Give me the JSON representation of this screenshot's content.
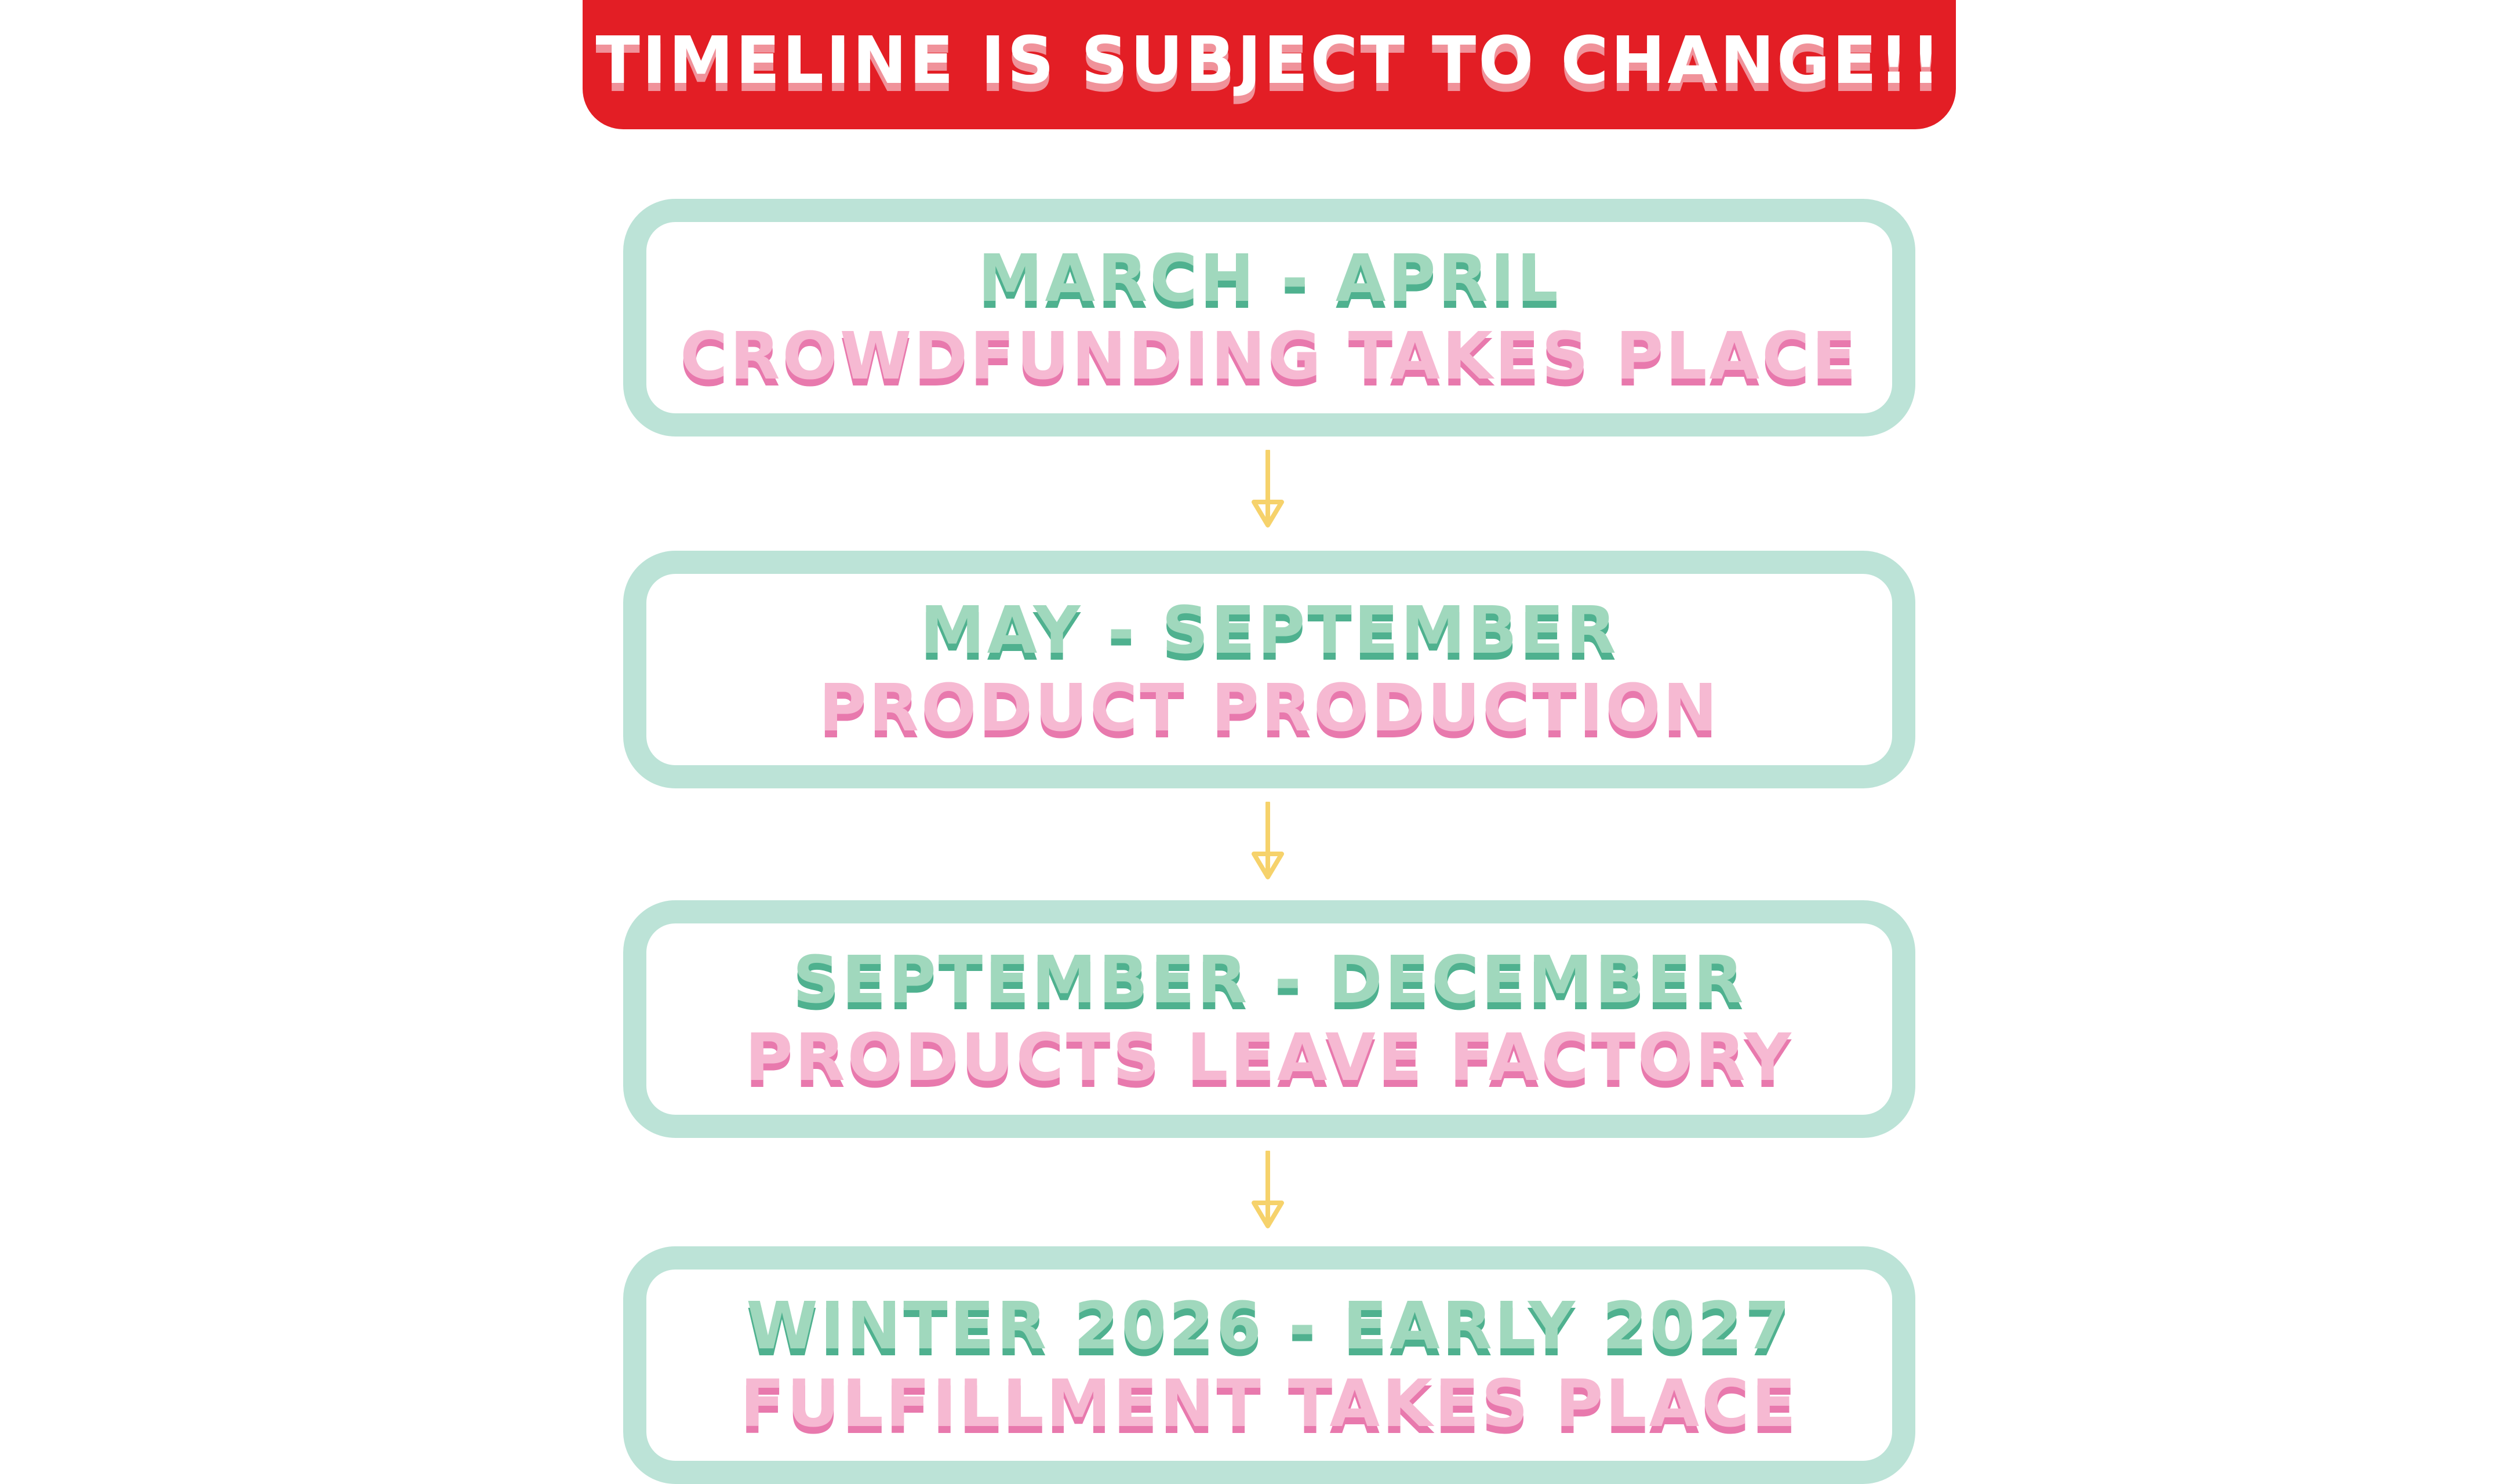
{
  "banner": {
    "text": "TIMELINE IS SUBJECT TO CHANGE!!"
  },
  "steps": [
    {
      "date": "MARCH - APRIL",
      "description": "CROWDFUNDING TAKES PLACE"
    },
    {
      "date": "MAY - SEPTEMBER",
      "description": "PRODUCT PRODUCTION"
    },
    {
      "date": "SEPTEMBER - DECEMBER",
      "description": "PRODUCTS LEAVE FACTORY"
    },
    {
      "date": "WINTER 2026 - EARLY 2027",
      "description": "FULFILLMENT TAKES PLACE"
    }
  ],
  "colors": {
    "banner": "#e31e25",
    "border": "#bce3d7",
    "date": "#a0d8bd",
    "description": "#f6b9d2",
    "arrow": "#f6d26b"
  }
}
